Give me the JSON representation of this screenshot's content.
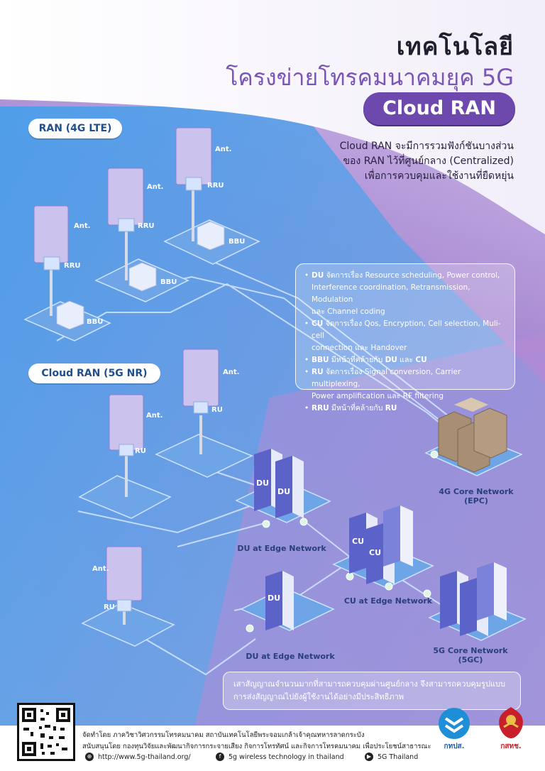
{
  "header": {
    "title_line1": "เทคโนโลยี",
    "title_line2": "โครงข่ายโทรคมนาคมยุค 5G",
    "pill": "Cloud RAN",
    "desc_line1": "Cloud RAN จะมีการรวมฟังก์ชันบางส่วน",
    "desc_line2": "ของ RAN ไว้ที่ศูนย์กลาง (Centralized)",
    "desc_line3": "เพื่อการควบคุมและใช้งานที่ยืดหยุ่น"
  },
  "sections": {
    "lte_tag": "RAN (4G LTE)",
    "nr_tag": "Cloud RAN (5G NR)"
  },
  "labels": {
    "ant": "Ant.",
    "rru": "RRU",
    "bbu": "BBU",
    "ru": "RU",
    "du": "DU",
    "cu": "CU"
  },
  "info": {
    "du_key": "DU",
    "du_text_1": " จัดการเรื่อง Resource scheduling, Power control,",
    "du_text_2": "Interference coordination, Retransmission, Modulation",
    "du_text_3": "และ Channel coding",
    "cu_key": "CU",
    "cu_text_1": " จัดการเรื่อง Qos, Encryption, Cell selection, Muli-cell",
    "cu_text_2": "connection และ Handover",
    "bbu_key": "BBU",
    "bbu_text_pre": " มีหน้าที่คล้ายกับ ",
    "bbu_du": "DU",
    "bbu_and": " และ ",
    "bbu_cu": "CU",
    "ru_key": "RU",
    "ru_text_1": " จัดการเรื่อง Signal conversion, Carrier multiplexing,",
    "ru_text_2": "Power amplification และ RF filtering",
    "rru_key": "RRU",
    "rru_text_pre": " มีหน้าที่คล้ายกับ ",
    "rru_ru": "RU"
  },
  "nodes": {
    "core4g_line1": "4G Core Network",
    "core4g_line2": "(EPC)",
    "du_edge_top": "DU at Edge Network",
    "cu_edge": "CU at Edge Network",
    "du_edge_bottom": "DU at Edge Network",
    "core5g_line1": "5G Core Network",
    "core5g_line2": "(5GC)"
  },
  "note": {
    "line1": "เสาสัญญาณจำนวนมากที่สามารถควบคุมผ่านศูนย์กลาง จึงสามารถควบคุมรูปแบบ",
    "line2": "การส่งสัญญาณไปยังผู้ใช้งานได้อย่างมีประสิทธิภาพ"
  },
  "footer": {
    "line1": "จัดทำโดย      ภาควิชาวิศวกรรมโทรคมนาคม สถาบันเทคโนโลยีพระจอมเกล้าเจ้าคุณทหารลาดกระบัง",
    "line2": "สนับสนุนโดย กองทุนวิจัยและพัฒนากิจการกระจายเสียง กิจการโทรทัศน์ และกิจการโทรคมนาคม เพื่อประโยชน์สาธารณะ",
    "web": "http://www.5g-thailand.org/",
    "fb": "5g wireless technology in thailand",
    "yt": "5G Thailand",
    "logo1": "กทปส.",
    "logo2": "กสทช."
  },
  "colors": {
    "accent": "#6e49ad",
    "tag_text": "#1f4f8c",
    "platform": "#6ea5e6",
    "server_front": "#5b63c9",
    "core_box": "#a88f73"
  }
}
